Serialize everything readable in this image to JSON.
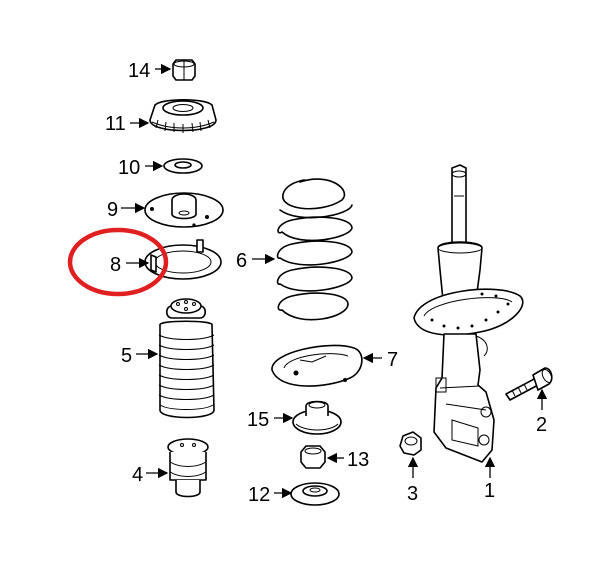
{
  "parts": [
    {
      "id": "14",
      "label": "14"
    },
    {
      "id": "11",
      "label": "11"
    },
    {
      "id": "10",
      "label": "10"
    },
    {
      "id": "9",
      "label": "9"
    },
    {
      "id": "8",
      "label": "8"
    },
    {
      "id": "5",
      "label": "5"
    },
    {
      "id": "4",
      "label": "4"
    },
    {
      "id": "6",
      "label": "6"
    },
    {
      "id": "7",
      "label": "7"
    },
    {
      "id": "15",
      "label": "15"
    },
    {
      "id": "13",
      "label": "13"
    },
    {
      "id": "12",
      "label": "12"
    },
    {
      "id": "3",
      "label": "3"
    },
    {
      "id": "1",
      "label": "1"
    },
    {
      "id": "2",
      "label": "2"
    }
  ],
  "highlight": {
    "part": "8",
    "color": "#e02020"
  },
  "colors": {
    "line": "#000000",
    "background": "#ffffff"
  }
}
